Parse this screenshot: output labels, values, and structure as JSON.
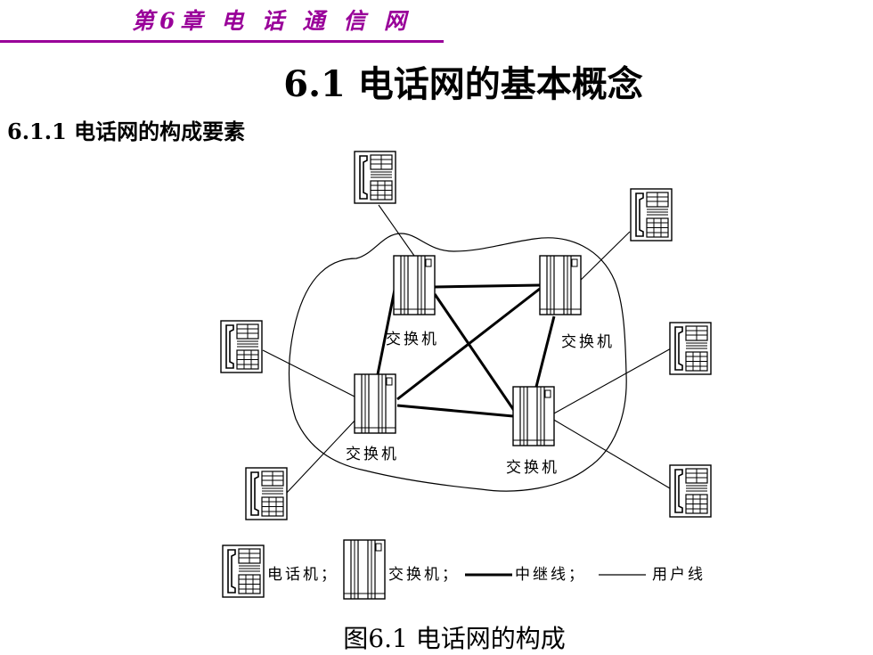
{
  "header": {
    "chapter": "第6章 电 话 通 信 网"
  },
  "section_title": "6.1  电话网的基本概念",
  "subsection_title": "6.1.1  电话网的构成要素",
  "diagram": {
    "switch_label": "交换机",
    "legend": {
      "telephone": "电话机；",
      "switch": "交换机；",
      "trunk": "中继线；",
      "subscriber": "用户线"
    }
  },
  "caption": "图6.1  电话网的构成"
}
